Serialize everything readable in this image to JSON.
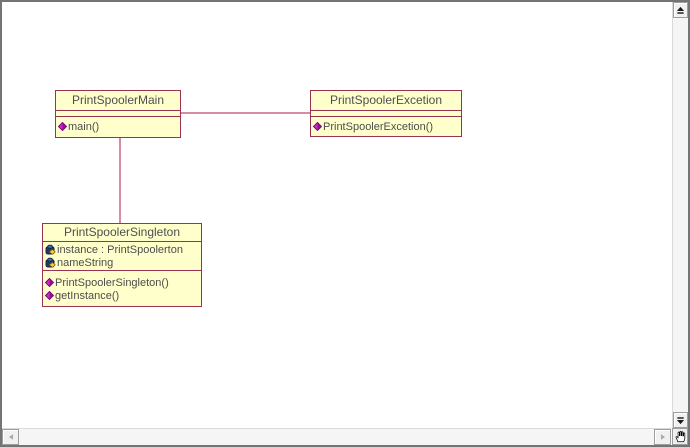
{
  "diagram": {
    "type": "uml-class-diagram",
    "classes": [
      {
        "name": "PrintSpoolerMain",
        "attributes": [],
        "operations": [
          "main()"
        ]
      },
      {
        "name": "PrintSpoolerExcetion",
        "attributes": [],
        "operations": [
          "PrintSpoolerExcetion()"
        ]
      },
      {
        "name": "PrintSpoolerSingleton",
        "attributes": [
          "instance : PrintSpoolerton",
          "nameString"
        ],
        "operations": [
          "PrintSpoolerSingleton()",
          "getInstance()"
        ]
      }
    ],
    "associations": [
      {
        "from": "PrintSpoolerMain",
        "to": "PrintSpoolerExcetion",
        "shape": "horizontal-line"
      },
      {
        "from": "PrintSpoolerMain",
        "to": "PrintSpoolerSingleton",
        "shape": "vertical-line"
      }
    ],
    "icons": {
      "operation_icon": "magenta-diamond",
      "attribute_icon": "navy-lock-with-yellow-diamond",
      "corner_icon": "pan-hand",
      "scroll_up_icon": "up-arrow-with-bar",
      "scroll_down_icon": "down-arrow-with-bar",
      "scroll_left_icon": "left-arrow",
      "scroll_right_icon": "right-arrow"
    },
    "colors": {
      "class_fill": "#FFFFCC",
      "class_border": "#9A3350",
      "association_line": "#D78CA3",
      "member_text": "#4D4D4D",
      "operation_diamond": "#CC29CC",
      "attribute_navy": "#1E3A66",
      "attribute_diamond": "#FFCC33",
      "canvas_background": "#FFFFFF",
      "scrollbar_track": "#F5F5F5",
      "scrollbar_button": "#F0F0F0"
    }
  }
}
